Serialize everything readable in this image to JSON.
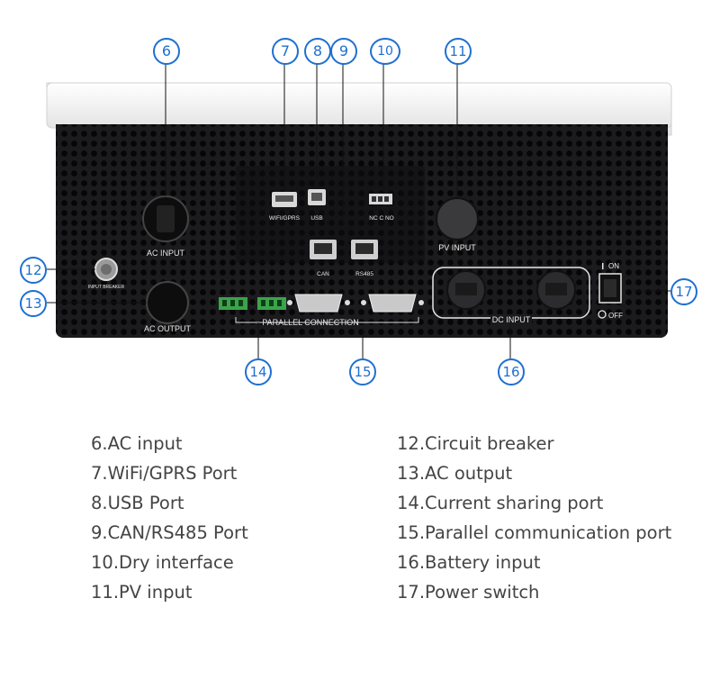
{
  "device": {
    "panel_labels": {
      "ac_input": "AC  INPUT",
      "ac_output": "AC  OUTPUT",
      "wifi_gprs": "WIFI/GPRS",
      "usb": "USB",
      "can": "CAN",
      "rs485": "RS485",
      "dry_contacts": "NC  C  NO",
      "pv_input": "PV  INPUT",
      "parallel_connection": "PARALLEL  CONNECTION",
      "dc_input": "DC  INPUT",
      "input_breaker": "INPUT BREAKER",
      "switch_on": "ON",
      "switch_off": "OFF"
    }
  },
  "callouts": [
    "6",
    "7",
    "8",
    "9",
    "10",
    "11",
    "12",
    "13",
    "14",
    "15",
    "16",
    "17"
  ],
  "legend": {
    "left": [
      "6.AC input",
      "7.WiFi/GPRS Port",
      "8.USB Port",
      "9.CAN/RS485 Port",
      "10.Dry interface",
      "11.PV input"
    ],
    "right": [
      "12.Circuit breaker",
      "13.AC output",
      "14.Current sharing port",
      "15.Parallel communication port",
      "16.Battery input",
      "17.Power switch"
    ]
  },
  "colors": {
    "callout": "#1f6fd1",
    "body": "#1c1c1e",
    "cover": "#f2f2f2",
    "legend_text": "#444444"
  }
}
